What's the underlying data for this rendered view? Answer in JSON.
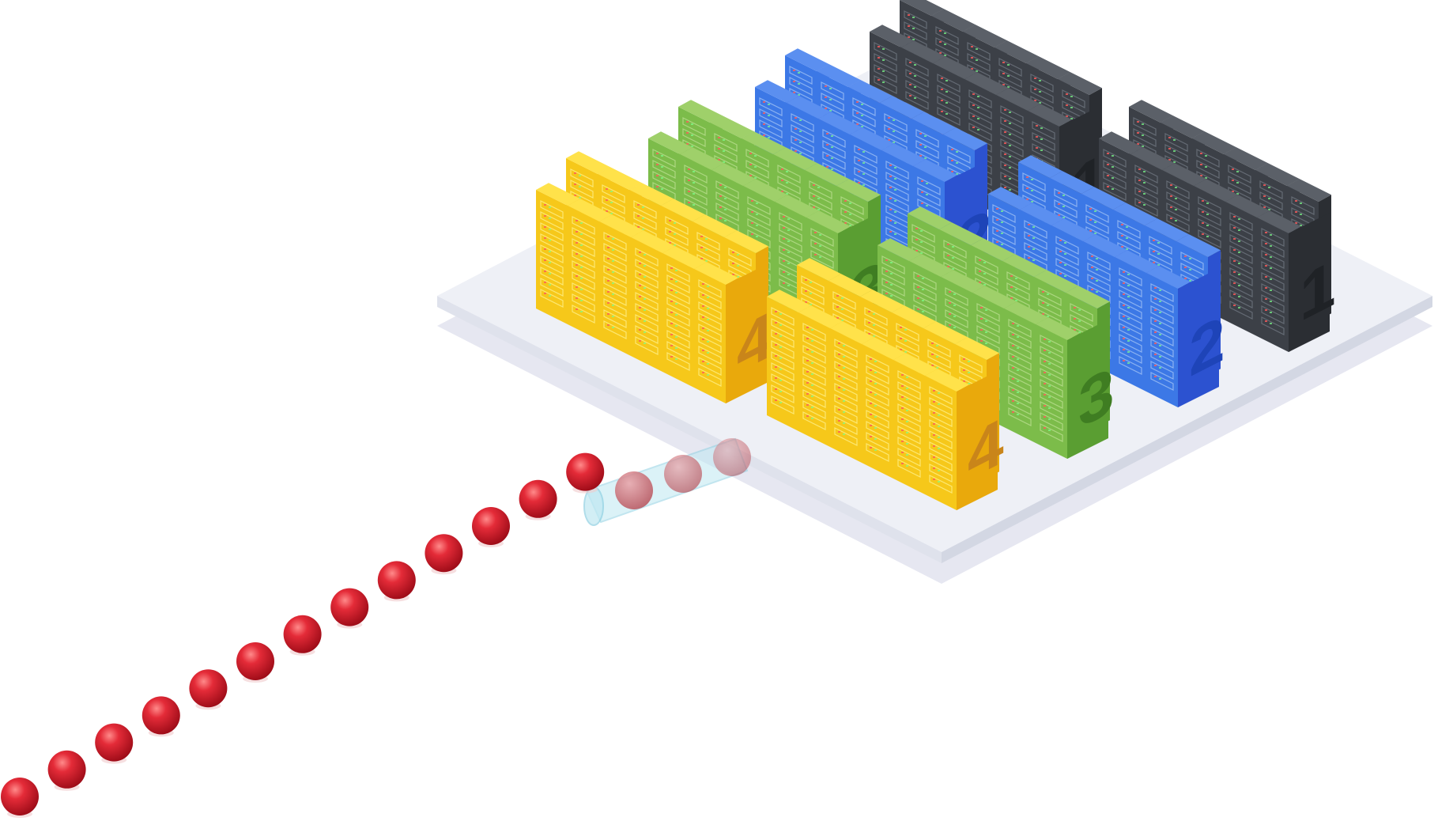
{
  "illustration": {
    "zones": [
      {
        "label": "1",
        "color": "dark-gray",
        "colors": {
          "top": "#5b6068",
          "front": "#3c4047",
          "side": "#2b2e33",
          "detail": "#6f7680",
          "label": "#1f2226"
        }
      },
      {
        "label": "2",
        "color": "blue",
        "colors": {
          "top": "#5b8ff0",
          "front": "#3c78e6",
          "side": "#2c52d0",
          "detail": "#9fc0f5",
          "label": "#1e44b8"
        }
      },
      {
        "label": "3",
        "color": "green",
        "colors": {
          "top": "#9fd06a",
          "front": "#7cbc4a",
          "side": "#5a9e32",
          "detail": "#b9de8f",
          "label": "#3f7d22"
        }
      },
      {
        "label": "4",
        "color": "yellow",
        "colors": {
          "top": "#ffe24a",
          "front": "#f6c81a",
          "side": "#e9a90c",
          "detail": "#fff08a",
          "label": "#c9851a"
        }
      }
    ],
    "balls": {
      "color": "#d11a2a",
      "highlight": "#ff8a8a",
      "count_outside": 13,
      "count_in_tube": 3
    },
    "platform": {
      "top": "#eef0f6",
      "edge": "#dde0ea",
      "shadow": "#e6e7f1"
    },
    "tube": {
      "color": "#bfe8f2"
    }
  }
}
